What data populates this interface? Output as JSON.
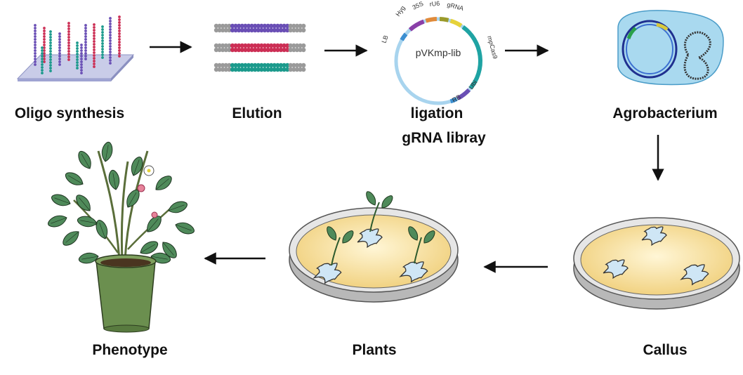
{
  "steps": {
    "oligo": "Oligo synthesis",
    "elution": "Elution",
    "ligation": "ligation",
    "library": "gRNA libray",
    "agro": "Agrobacterium",
    "callus": "Callus",
    "plants": "Plants",
    "phenotype": "Phenotype"
  },
  "plasmid": {
    "name": "pVKmp-lib",
    "segments": {
      "hyg": "Hyg",
      "p35s": "35S",
      "ru6": "rU6",
      "grna": "gRNA",
      "mpcas9": "mpCas9",
      "ubi": "Ubi",
      "rb": "RB",
      "lb": "LB"
    }
  },
  "colors": {
    "arrow": "#111111",
    "bead_gray": "#9a9a9a",
    "oligo_purple": "#6a4fb5",
    "oligo_red": "#cc2f55",
    "oligo_teal": "#1b9a8c",
    "plasmid_light": "#a8d4ee",
    "plasmid_teal": "#1fa3a3",
    "plate_agar": "#f5dfa0",
    "callus": "#cfe6f5",
    "pot": "#6b8f4f",
    "leaf": "#4f8a5a"
  }
}
